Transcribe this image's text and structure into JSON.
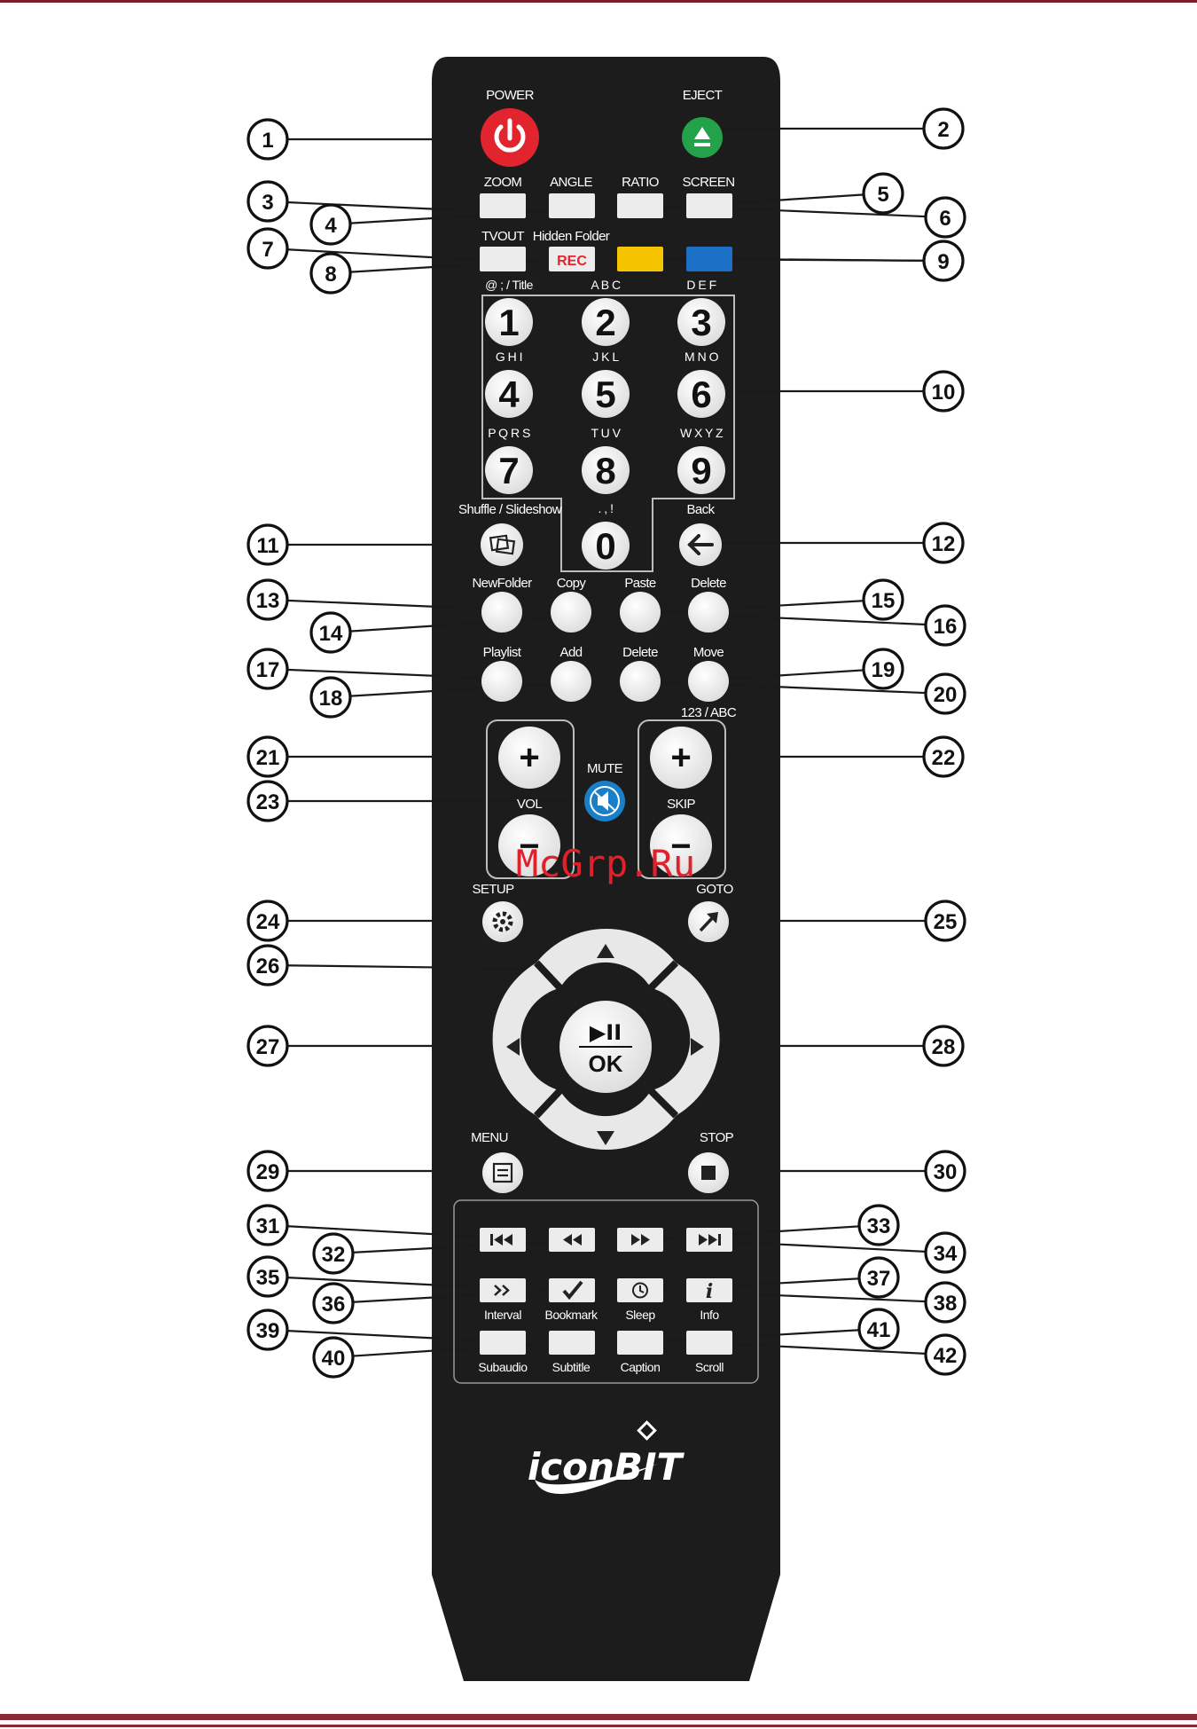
{
  "remote": {
    "labels": {
      "power": "POWER",
      "eject": "EJECT",
      "zoom": "ZOOM",
      "angle": "ANGLE",
      "ratio": "RATIO",
      "screen": "SCREEN",
      "tvout": "TVOUT",
      "hidden_folder": "Hidden Folder",
      "rec": "REC",
      "shuffle": "Shuffle / Slideshow",
      "back": "Back",
      "new_folder": "NewFolder",
      "copy": "Copy",
      "paste": "Paste",
      "delete_top": "Delete",
      "playlist": "Playlist",
      "add": "Add",
      "delete_bottom": "Delete",
      "move": "Move",
      "abc_mode": "123 / ABC",
      "mute": "MUTE",
      "vol": "VOL",
      "skip": "SKIP",
      "setup": "SETUP",
      "goto": "GOTO",
      "ok": "OK",
      "menu": "MENU",
      "stop": "STOP",
      "interval": "Interval",
      "bookmark": "Bookmark",
      "sleep": "Sleep",
      "info": "Info",
      "subaudio": "Subaudio",
      "subtitle": "Subtitle",
      "caption": "Caption",
      "scroll": "Scroll",
      "plus": "+",
      "minus": "−",
      "info_glyph": "i",
      "play_pause_glyph": "▶II"
    },
    "keypad": [
      {
        "digit": "1",
        "letters": "@ ; / Title"
      },
      {
        "digit": "2",
        "letters": "A B C"
      },
      {
        "digit": "3",
        "letters": "D E F"
      },
      {
        "digit": "4",
        "letters": "G H I"
      },
      {
        "digit": "5",
        "letters": "J K L"
      },
      {
        "digit": "6",
        "letters": "M N O"
      },
      {
        "digit": "7",
        "letters": "P Q R S"
      },
      {
        "digit": "8",
        "letters": "T U V"
      },
      {
        "digit": "9",
        "letters": "W X Y Z"
      },
      {
        "digit": "0",
        "letters": ". , !"
      }
    ],
    "brand": "iconBIT",
    "colors": {
      "body": "#1c1c1c",
      "power": "#e2242e",
      "eject": "#23a24a",
      "rec_text": "#e2242e",
      "yellow_key": "#f6c300",
      "blue_key": "#1b6fc4",
      "mute": "#1a7fc9"
    }
  },
  "callouts": [
    "1",
    "2",
    "3",
    "4",
    "5",
    "6",
    "7",
    "8",
    "9",
    "10",
    "11",
    "12",
    "13",
    "14",
    "15",
    "16",
    "17",
    "18",
    "19",
    "20",
    "21",
    "22",
    "23",
    "24",
    "25",
    "26",
    "27",
    "28",
    "29",
    "30",
    "31",
    "32",
    "33",
    "34",
    "35",
    "36",
    "37",
    "38",
    "39",
    "40",
    "41",
    "42"
  ],
  "watermark": "McGrp.Ru"
}
